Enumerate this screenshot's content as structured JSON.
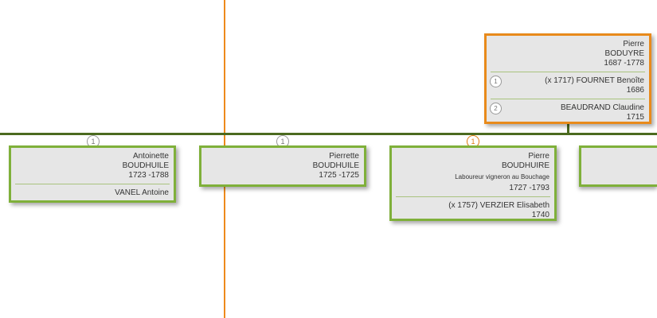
{
  "parent": {
    "first_name": "Pierre",
    "last_name": "BODUYRE",
    "dates": "1687 -1778",
    "spouses": [
      {
        "num": "1",
        "name": "(x 1717)  FOURNET Benoîte",
        "dates": "1686"
      },
      {
        "num": "2",
        "name": "BEAUDRAND  Claudine",
        "dates": "1715"
      }
    ]
  },
  "children": [
    {
      "badge": "1",
      "first_name": "Antoinette",
      "last_name": "BOUDHUILE",
      "dates": "1723  -1788",
      "spouse": "VANEL  Antoine"
    },
    {
      "badge": "1",
      "first_name": "Pierrette",
      "last_name": "BOUDHUILE",
      "dates": "1725  -1725"
    },
    {
      "badge": "1",
      "first_name": "Pierre",
      "last_name": "BOUDHUIRE",
      "occupation": "Laboureur vigneron au Bouchage",
      "dates": "1727  -1793",
      "spouse": "(x 1757)  VERZIER  Elisabeth",
      "spouse_dates": "1740"
    }
  ],
  "colors": {
    "accent": "#e88a1b",
    "card_border": "#7fb03a",
    "line": "#4b6a1f"
  }
}
